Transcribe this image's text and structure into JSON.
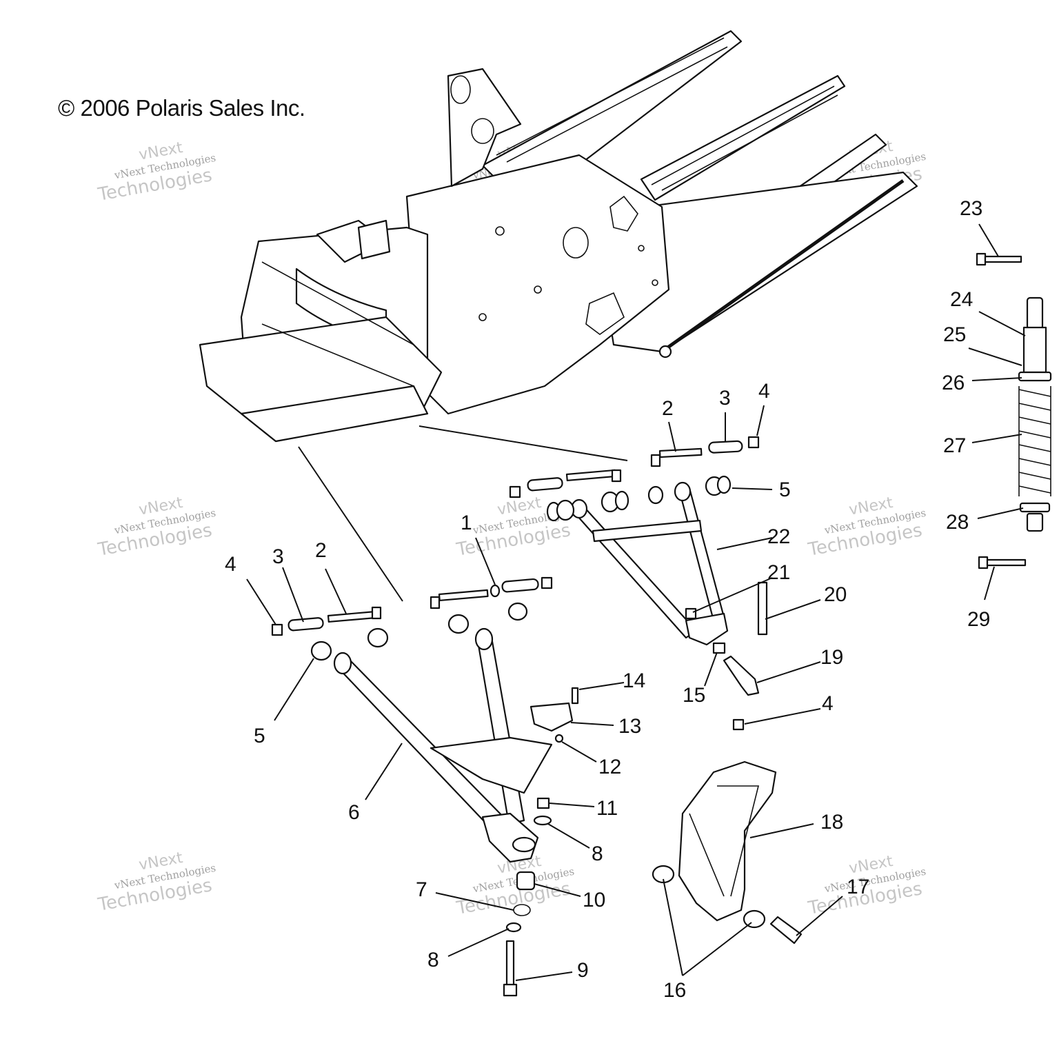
{
  "copyright": "© 2006 Polaris Sales Inc.",
  "watermark": {
    "line1": "vNext",
    "line2": "vNext Technologies",
    "line3": "Technologies"
  },
  "callouts": [
    "1",
    "2",
    "3",
    "4",
    "5",
    "6",
    "7",
    "8",
    "9",
    "10",
    "11",
    "12",
    "13",
    "14",
    "15",
    "16",
    "17",
    "18",
    "19",
    "20",
    "21",
    "22",
    "23",
    "24",
    "25",
    "26",
    "27",
    "28",
    "29"
  ]
}
